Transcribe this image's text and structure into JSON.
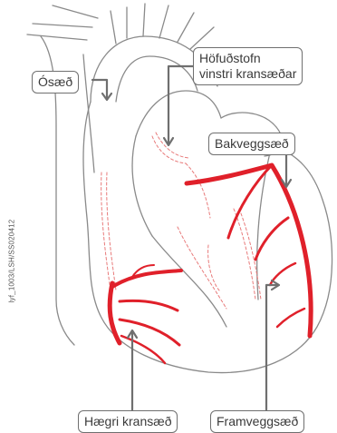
{
  "labels": {
    "aorta": "Ósæð",
    "left_main_line1": "Höfuðstofn",
    "left_main_line2": "vinstri kransæðar",
    "posterior": "Bakveggsæð",
    "right_coronary": "Hægri kransæð",
    "anterior": "Framveggsæð"
  },
  "image_code": "lyf_1003/LSH/SS020412",
  "colors": {
    "outline": "#8a8a8a",
    "artery": "#e0202a",
    "artery_dashed": "#e87a7a",
    "pointer": "#6f6f6f"
  }
}
